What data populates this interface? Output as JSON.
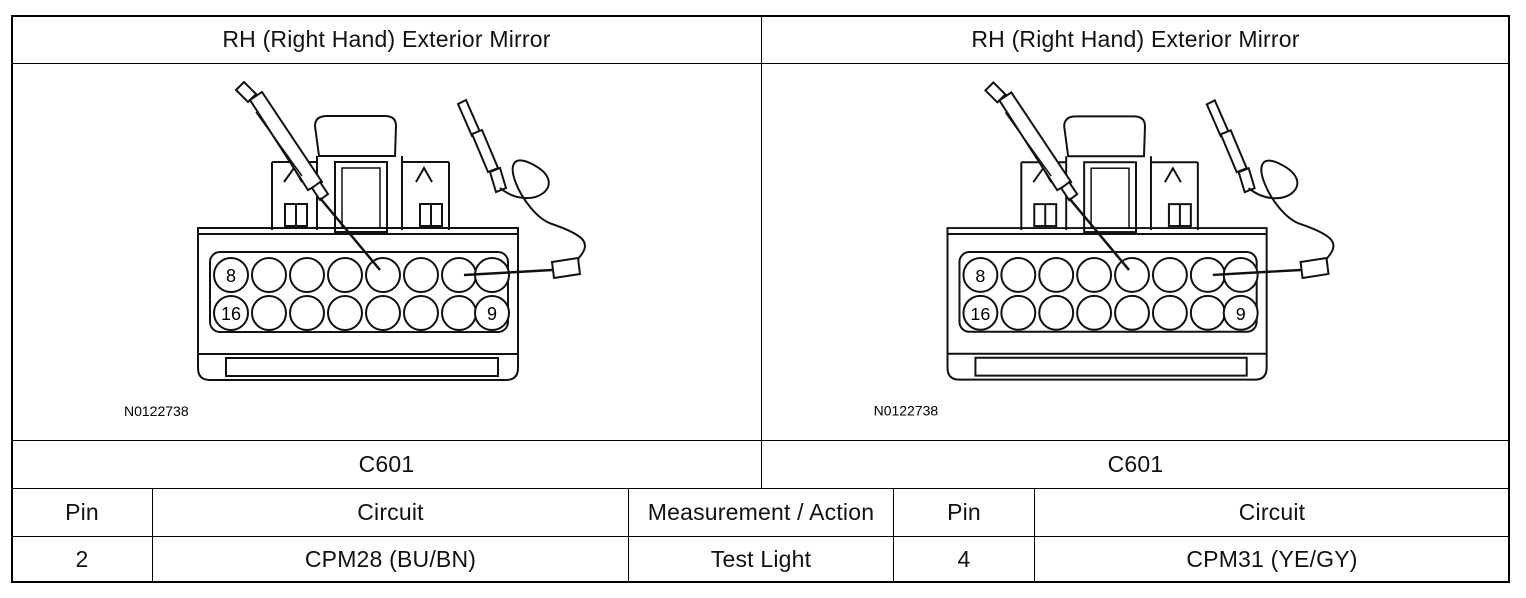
{
  "panels": [
    {
      "title": "RH (Right Hand) Exterior Mirror",
      "figure_id": "N0122738",
      "connector": "C601",
      "pin_labels": {
        "tl": "8",
        "bl": "16",
        "br": "9"
      }
    },
    {
      "title": "RH (Right Hand) Exterior Mirror",
      "figure_id": "N0122738",
      "connector": "C601",
      "pin_labels": {
        "tl": "8",
        "bl": "16",
        "br": "9"
      }
    }
  ],
  "table": {
    "headers": [
      "Pin",
      "Circuit",
      "Measurement / Action",
      "Pin",
      "Circuit"
    ],
    "row": [
      "2",
      "CPM28 (BU/BN)",
      "Test Light",
      "4",
      "CPM31 (YE/GY)"
    ]
  }
}
